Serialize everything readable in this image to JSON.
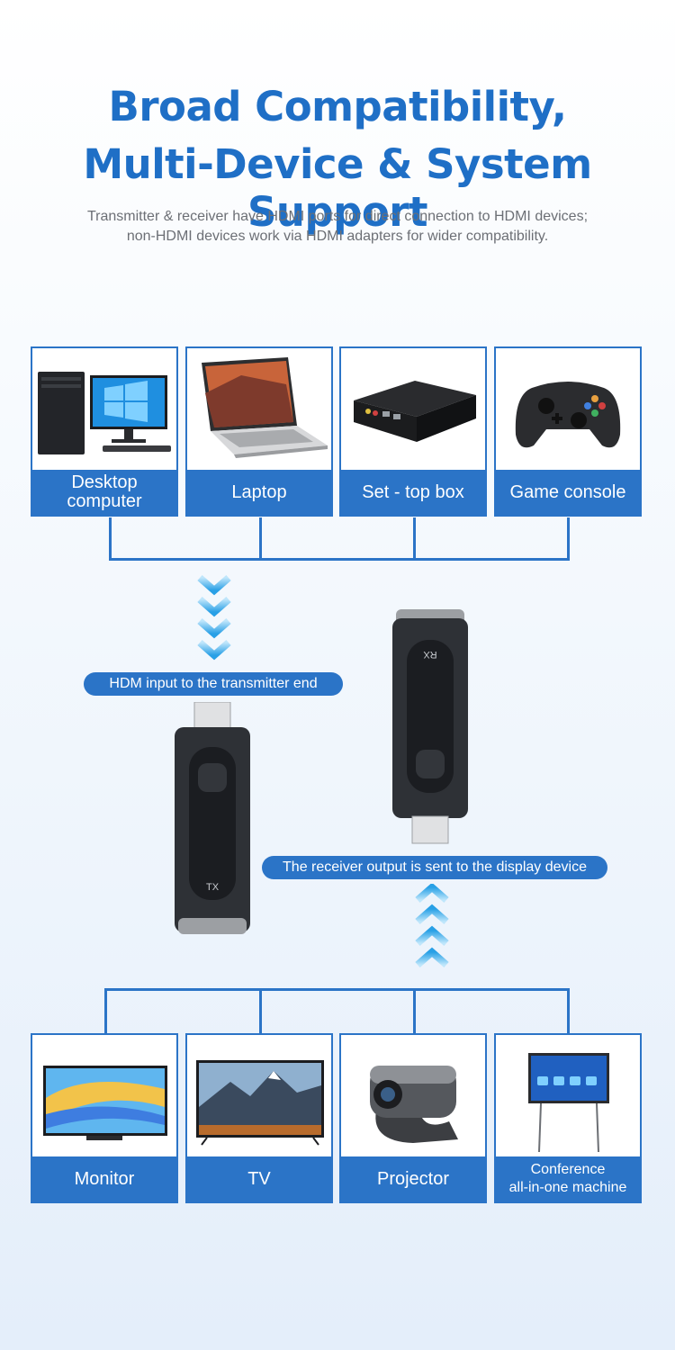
{
  "header": {
    "title_line1": "Broad Compatibility,",
    "title_line2": "Multi-Device & System Support",
    "subtitle_line1": "Transmitter & receiver have HDMI ports for direct connection to HDMI devices;",
    "subtitle_line2": "non-HDMI devices work via HDMI adapters for wider compatibility."
  },
  "sources": [
    {
      "label": "Desktop\ncomputer",
      "icon": "desktop-computer-icon"
    },
    {
      "label": "Laptop",
      "icon": "laptop-icon"
    },
    {
      "label": "Set - top box",
      "icon": "set-top-box-icon"
    },
    {
      "label": "Game console",
      "icon": "game-controller-icon"
    }
  ],
  "displays": [
    {
      "label": "Monitor",
      "icon": "monitor-icon"
    },
    {
      "label": "TV",
      "icon": "tv-icon"
    },
    {
      "label": "Projector",
      "icon": "projector-icon"
    },
    {
      "label": "Conference\nall-in-one machine",
      "icon": "conference-display-icon"
    }
  ],
  "flow": {
    "input_label": "HDM input to the transmitter end",
    "output_label": "The receiver output is sent to the display device"
  },
  "devices": {
    "transmitter_mark": "TX",
    "receiver_mark": "RX"
  },
  "colors": {
    "accent": "#2b74c7",
    "title": "#1f6fc6",
    "arrow_light": "#8fd0f5"
  }
}
